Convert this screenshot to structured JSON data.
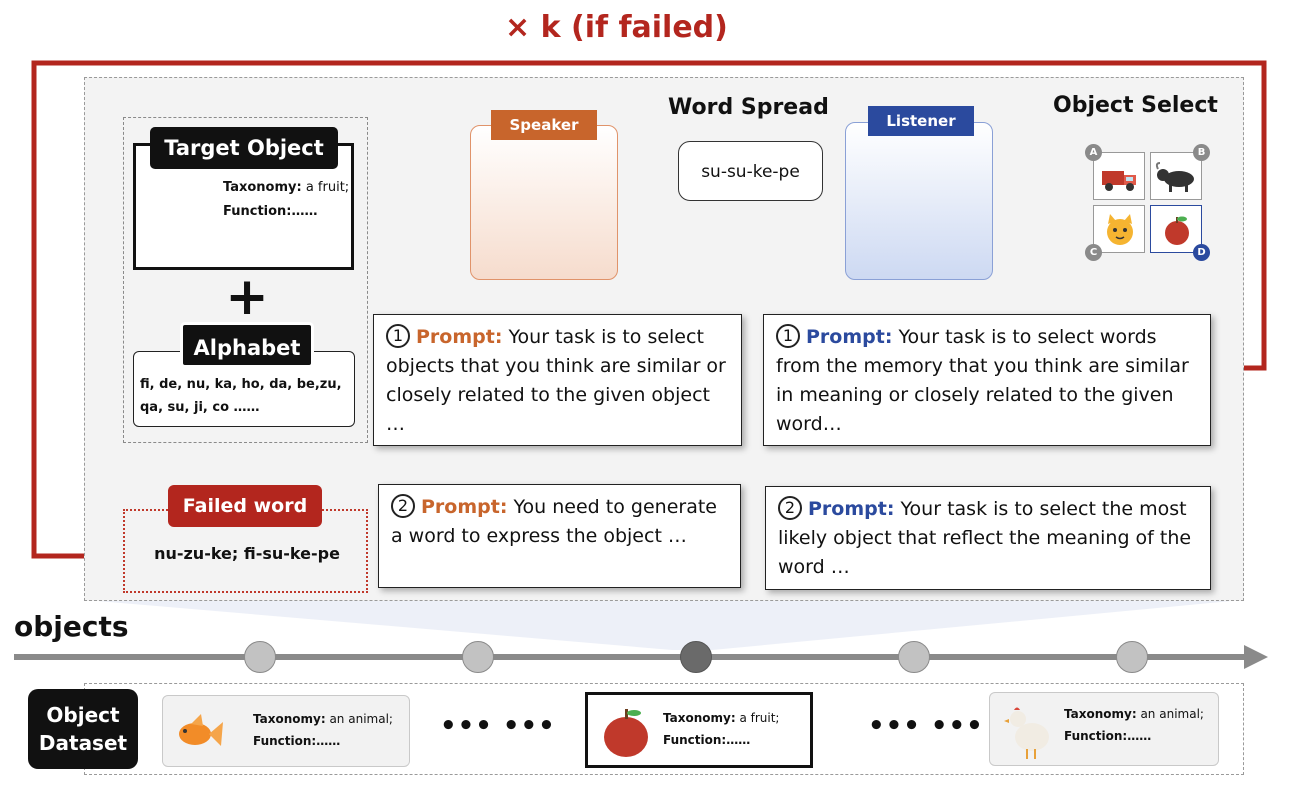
{
  "loop": {
    "title": "× k (if failed)"
  },
  "target_object": {
    "tag": "Target Object",
    "taxonomy_label": "Taxonomy:",
    "taxonomy_value": " a fruit;",
    "function_label": "Function:……"
  },
  "alphabet": {
    "tag": "Alphabet",
    "text": "fi, de, nu, ka, ho, da, be,zu, qa, su, ji, co ……"
  },
  "failed": {
    "tag": "Failed word",
    "text": "nu-zu-ke; fi-su-ke-pe"
  },
  "speaker": {
    "tag": "Speaker"
  },
  "listener": {
    "tag": "Listener"
  },
  "word_spread": {
    "title": "Word Spread",
    "bubble": "su-su-ke-pe"
  },
  "object_select": {
    "title": "Object Select",
    "options": [
      "A",
      "B",
      "C",
      "D"
    ],
    "selected": "D"
  },
  "speaker_prompts": [
    {
      "num": "1",
      "kw": "Prompt:",
      "text": " Your task is to select objects that you think are similar or closely related to the given object …"
    },
    {
      "num": "2",
      "kw": "Prompt:",
      "text": " You need to generate a word to express the object …"
    }
  ],
  "listener_prompts": [
    {
      "num": "1",
      "kw": "Prompt:",
      "text": " Your task is to select words from the memory that you think are similar in meaning or closely related to the given word…"
    },
    {
      "num": "2",
      "kw": "Prompt:",
      "text": " Your task is to select the most likely object that reflect the meaning of the word …"
    }
  ],
  "timeline": {
    "label": "objects"
  },
  "dataset": {
    "tag_line1": "Object",
    "tag_line2": "Dataset",
    "ellipsis": "••• •••",
    "cards": [
      {
        "taxonomy_label": "Taxonomy:",
        "taxonomy_value": " an animal;",
        "function_label": "Function:……"
      },
      {
        "taxonomy_label": "Taxonomy:",
        "taxonomy_value": " a fruit;",
        "function_label": "Function:……"
      },
      {
        "taxonomy_label": "Taxonomy:",
        "taxonomy_value": " an animal;",
        "function_label": "Function:……"
      }
    ]
  },
  "colors": {
    "loop_red": "#b3261e",
    "speaker_orange": "#c8652c",
    "listener_blue": "#2b4a9e"
  }
}
